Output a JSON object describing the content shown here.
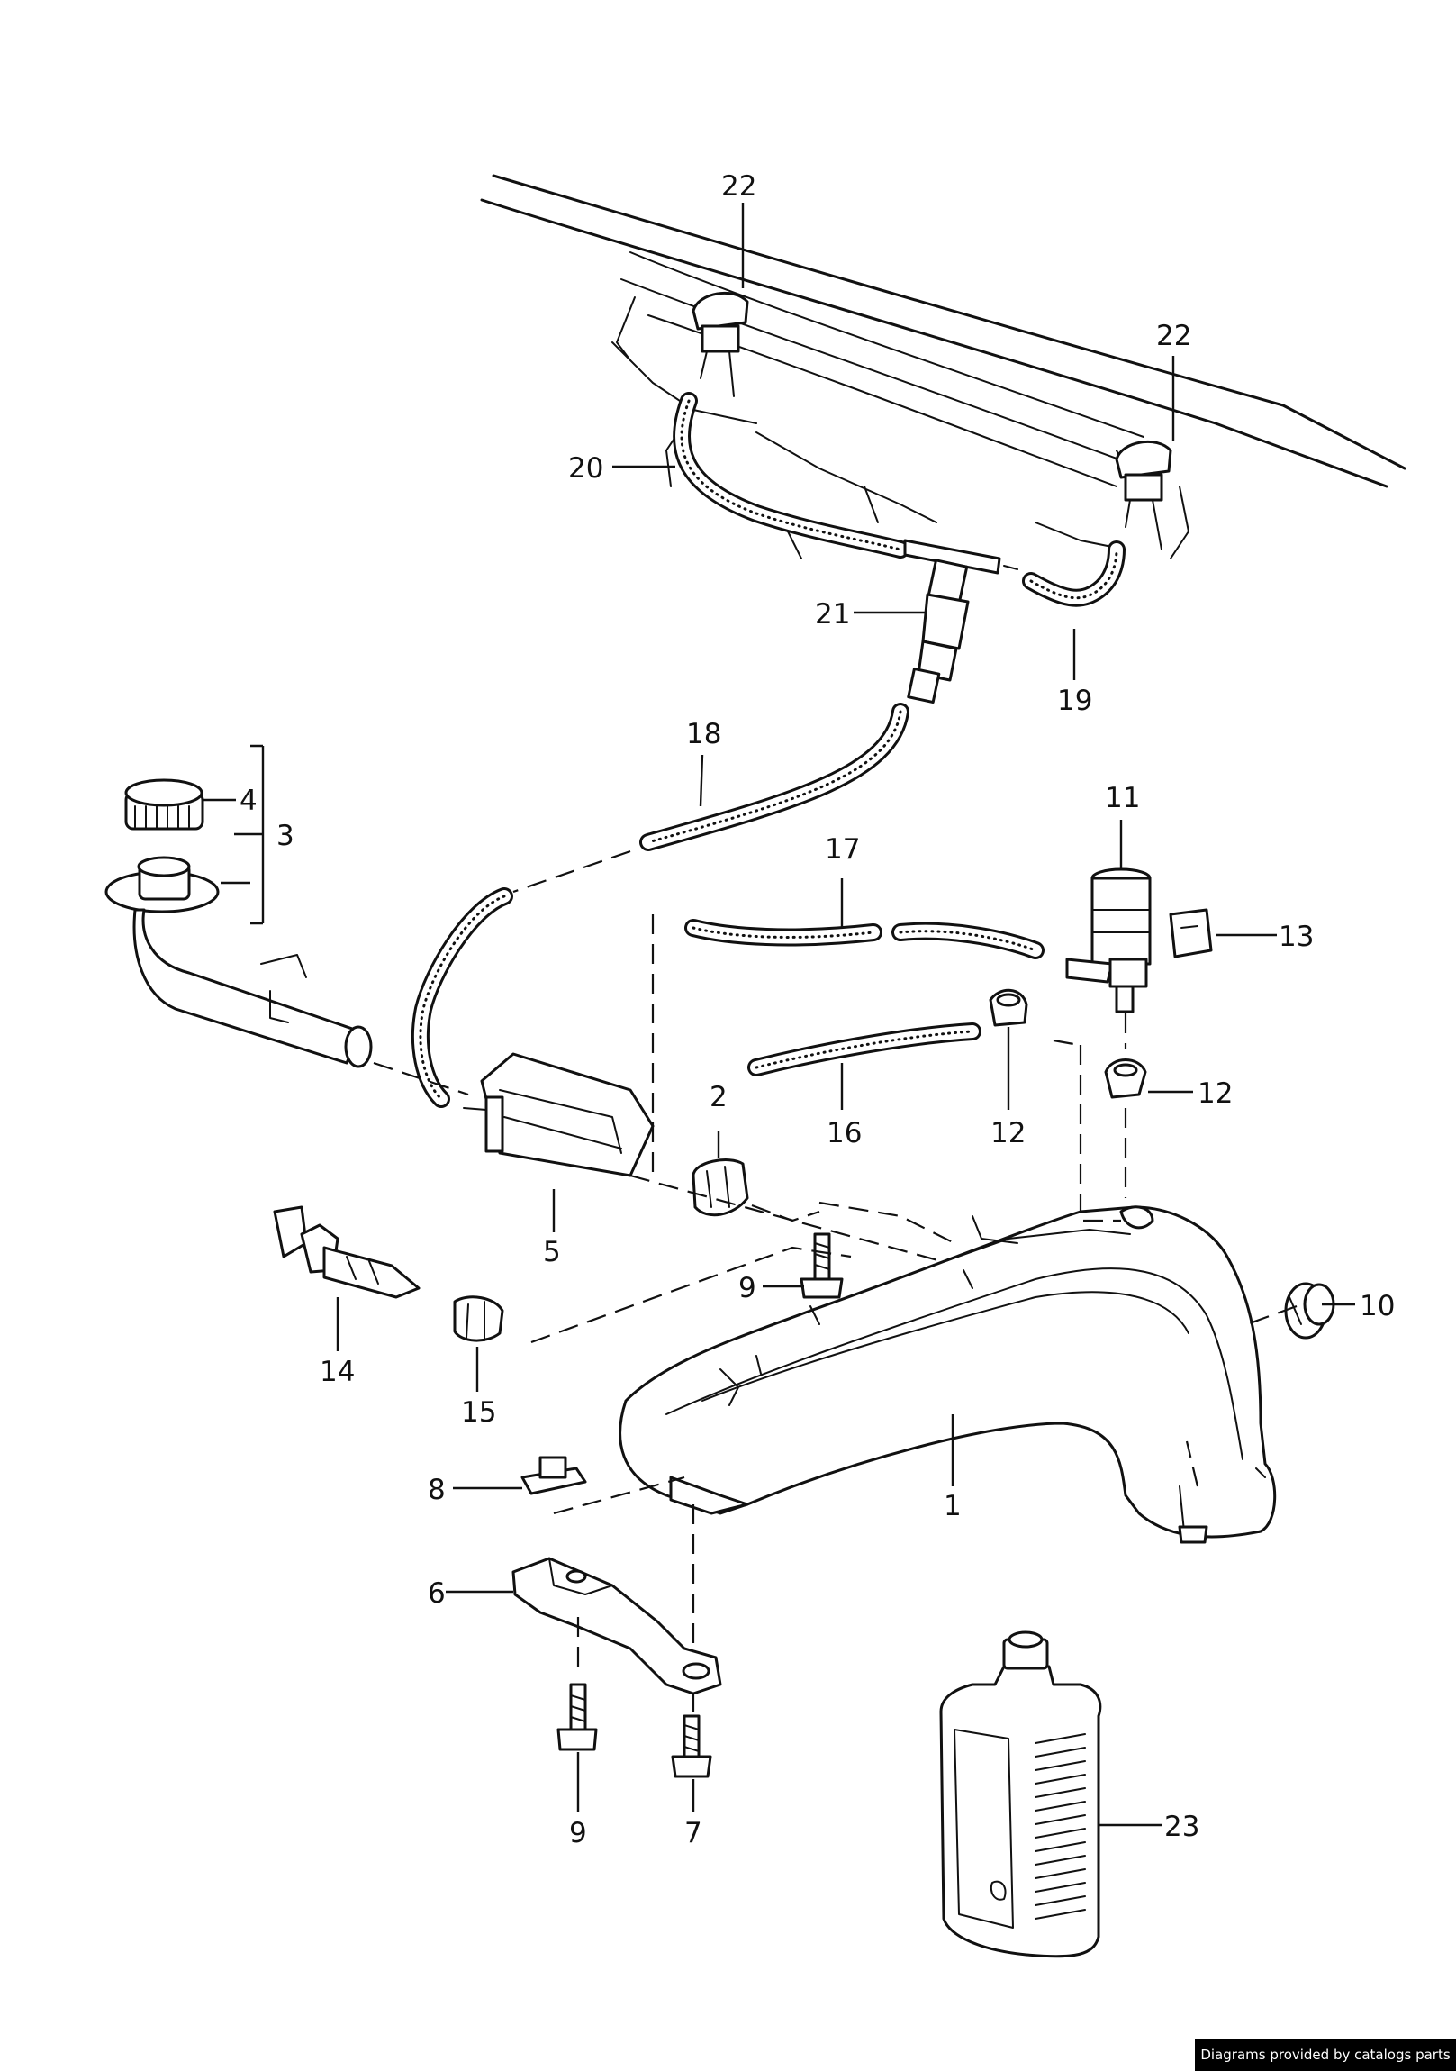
{
  "labels": {
    "l1": "1",
    "l2": "2",
    "l3": "3",
    "l4": "4",
    "l5": "5",
    "l6": "6",
    "l7": "7",
    "l8": "8",
    "l9a": "9",
    "l9b": "9",
    "l10": "10",
    "l11": "11",
    "l12a": "12",
    "l12b": "12",
    "l13": "13",
    "l14": "14",
    "l15": "15",
    "l16": "16",
    "l17": "17",
    "l18": "18",
    "l19": "19",
    "l20": "20",
    "l21": "21",
    "l22a": "22",
    "l22b": "22",
    "l23": "23"
  },
  "footer": {
    "text": "Diagrams provided by catalogs parts"
  },
  "colors": {
    "ink": "#111111",
    "paper": "#ffffff",
    "badge": "#000000"
  }
}
